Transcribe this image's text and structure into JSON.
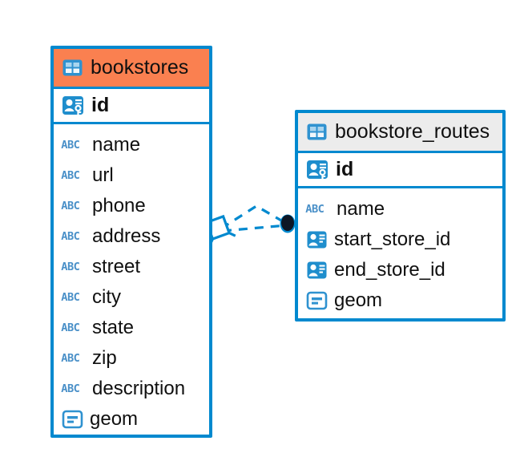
{
  "diagram": {
    "type": "entity-relationship-diagram",
    "background_color": "#ffffff",
    "accent_color": "#0089cf",
    "highlight_color": "#fa8050",
    "neutral_header_color": "#ececec"
  },
  "entities": [
    {
      "name": "bookstores",
      "header_color": "#fa8050",
      "header_icon": "table-icon",
      "primary_key": {
        "label": "id",
        "icon": "primary-key-icon"
      },
      "fields": [
        {
          "label": "name",
          "icon": "abc-icon"
        },
        {
          "label": "url",
          "icon": "abc-icon"
        },
        {
          "label": "phone",
          "icon": "abc-icon"
        },
        {
          "label": "address",
          "icon": "abc-icon"
        },
        {
          "label": "street",
          "icon": "abc-icon"
        },
        {
          "label": "city",
          "icon": "abc-icon"
        },
        {
          "label": "state",
          "icon": "abc-icon"
        },
        {
          "label": "zip",
          "icon": "abc-icon"
        },
        {
          "label": "description",
          "icon": "abc-icon"
        },
        {
          "label": "geom",
          "icon": "geometry-icon"
        }
      ]
    },
    {
      "name": "bookstore_routes",
      "header_color": "#ececec",
      "header_icon": "table-icon",
      "primary_key": {
        "label": "id",
        "icon": "primary-key-icon"
      },
      "fields": [
        {
          "label": "name",
          "icon": "abc-icon"
        },
        {
          "label": "start_store_id",
          "icon": "foreign-key-icon"
        },
        {
          "label": "end_store_id",
          "icon": "foreign-key-icon"
        },
        {
          "label": "geom",
          "icon": "geometry-icon"
        }
      ]
    }
  ],
  "relationship": {
    "name": "bookstores-to-bookstore-routes",
    "line_style": "dashed",
    "line_color": "#0089cf",
    "source_endpoint": "diamond-crowfoot-marker",
    "target_endpoint": "filled-circle-marker",
    "branches": 2
  }
}
